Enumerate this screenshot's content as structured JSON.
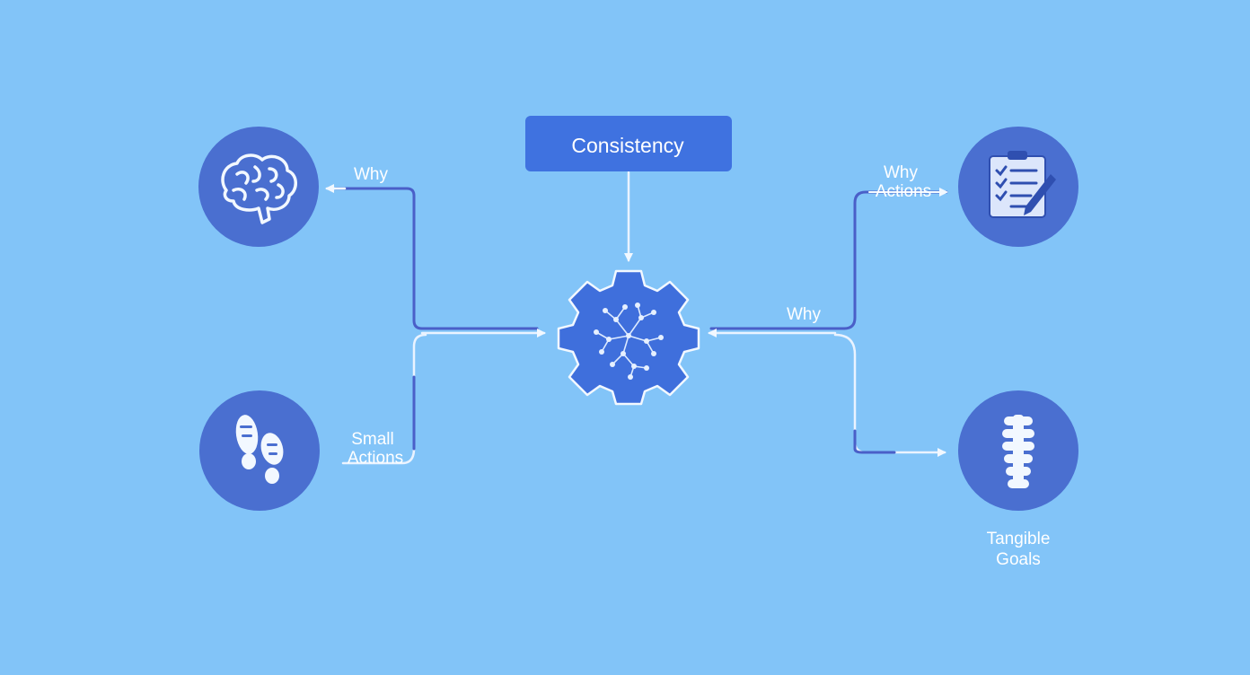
{
  "diagram": {
    "title": "Consistency",
    "left_top_label": "Why",
    "left_bottom_label_line1": "Small",
    "left_bottom_label_line2": "Actions",
    "right_top_label_line1": "Why",
    "right_top_label_line2": "Actions",
    "right_middle_label": "Why",
    "right_bottom_label_line1": "Tangible",
    "right_bottom_label_line2": "Goals",
    "icons": {
      "top_left": "brain-icon",
      "bottom_left": "footprints-icon",
      "top_right": "checklist-clipboard-icon",
      "bottom_right": "spine-icon",
      "center": "gear-network-icon"
    },
    "colors": {
      "background": "#82c4f8",
      "node": "#4a6fd0",
      "title_box": "#3f72e0",
      "line_dark": "#4a5fc8",
      "line_light": "#eaf3ff"
    }
  }
}
